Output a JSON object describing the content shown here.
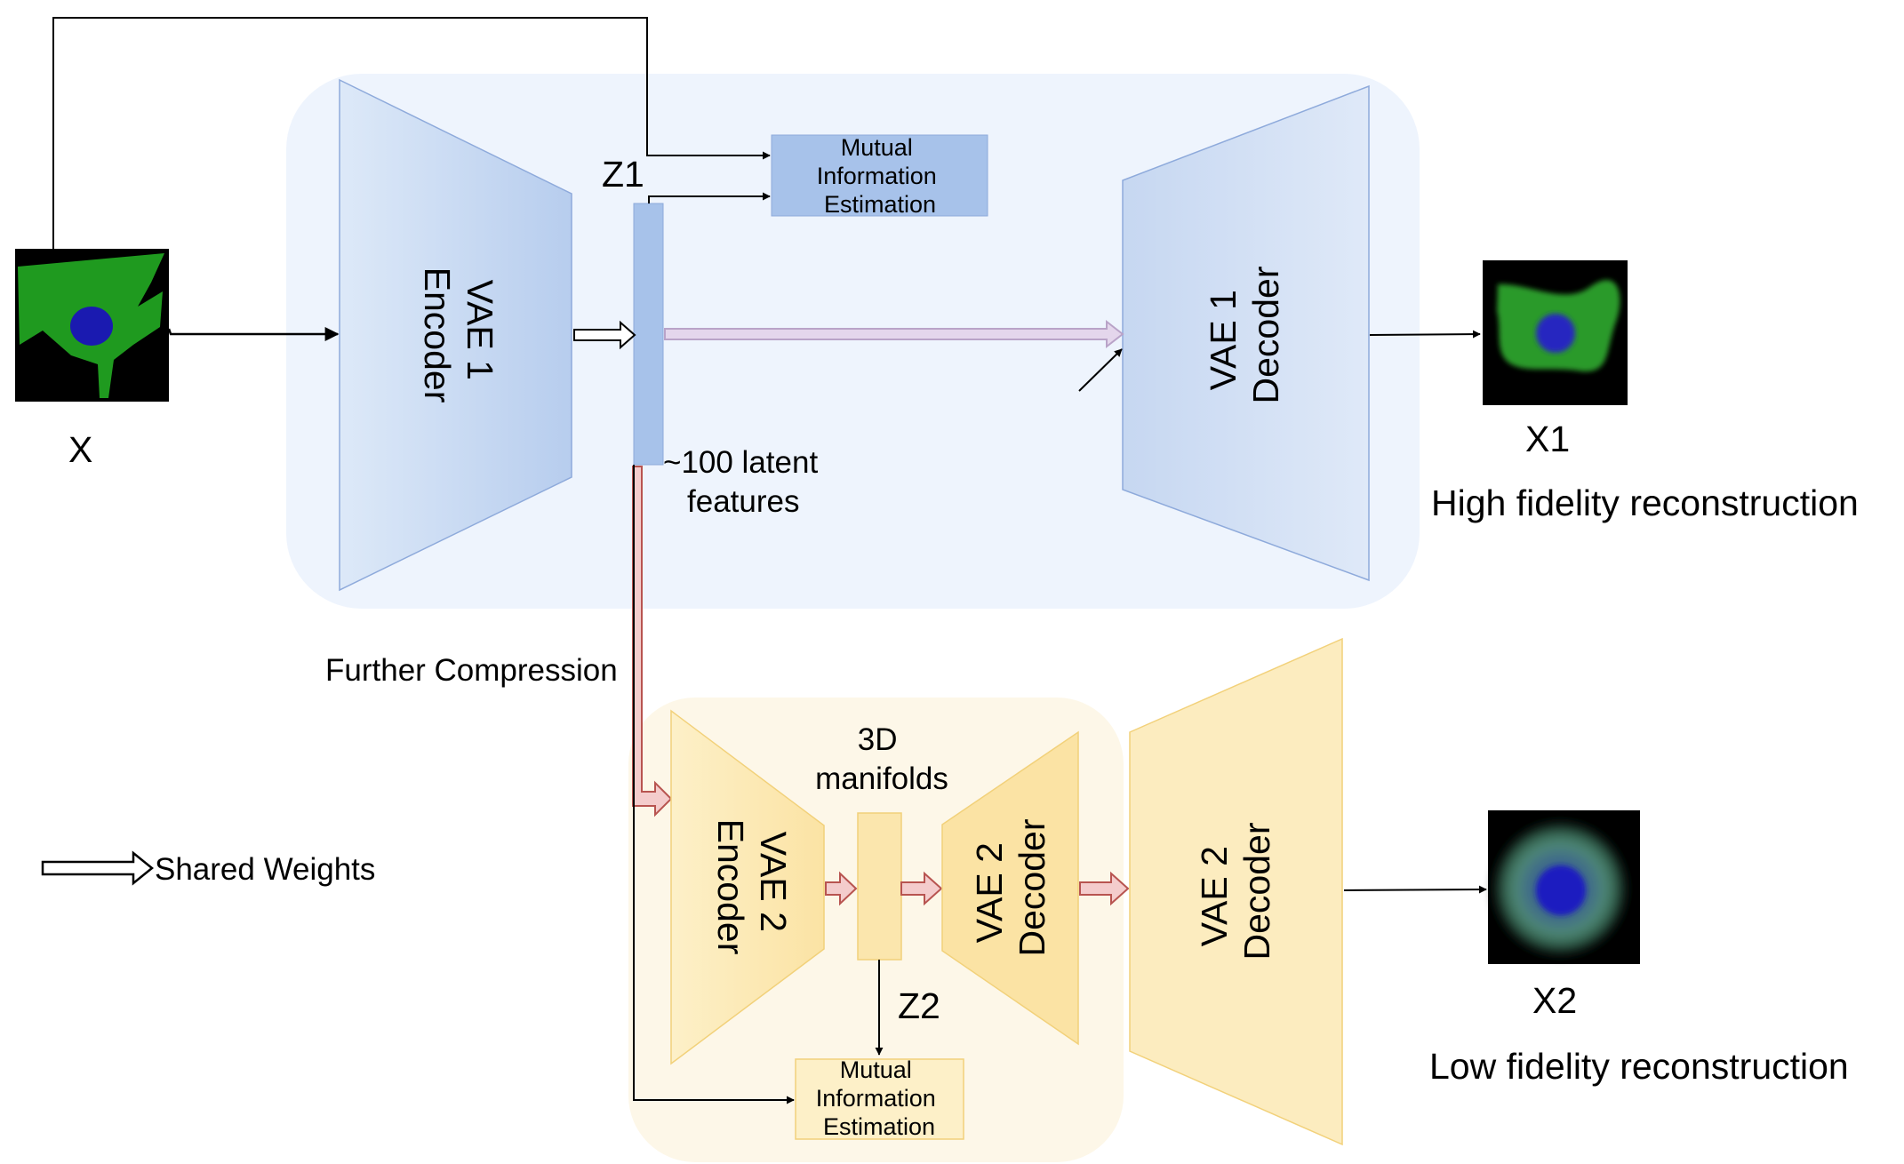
{
  "inputs": {
    "x_label": "X",
    "x1_label": "X1",
    "x2_label": "X2"
  },
  "vae1": {
    "encoder_line1": "VAE 1",
    "encoder_line2": "Encoder",
    "decoder_line1": "VAE 1",
    "decoder_line2": "Decoder",
    "latent_label": "Z1",
    "latent_note_line1": "~100 latent",
    "latent_note_line2": "features",
    "mi_line1": "Mutual",
    "mi_line2": "Information",
    "mi_line3": "Estimation"
  },
  "vae2": {
    "encoder_line1": "VAE 2",
    "encoder_line2": "Encoder",
    "decoder_inner_line1": "VAE 2",
    "decoder_inner_line2": "Decoder",
    "decoder_outer_line1": "VAE 2",
    "decoder_outer_line2": "Decoder",
    "latent_label": "Z2",
    "manifold_line1": "3D",
    "manifold_line2": "manifolds",
    "mi_line1": "Mutual",
    "mi_line2": "Information",
    "mi_line3": "Estimation"
  },
  "annotations": {
    "further_compression": "Further Compression",
    "shared_weights": "Shared Weights",
    "high_fidelity": "High fidelity reconstruction",
    "low_fidelity": "Low fidelity reconstruction"
  },
  "colors": {
    "vae1_panel": "#eef4fd",
    "vae1_block": "#c4d6f2",
    "vae1_edge": "#8eaadb",
    "vae2_panel": "#fdf7e8",
    "vae2_block": "#fbe6ad",
    "vae2_edge": "#f2d17a",
    "red_arrow": "#b85450",
    "purple_arrow": "#b9a3c8",
    "cell_green": "#1f9a1f",
    "cell_blue": "#1a1ab0"
  }
}
